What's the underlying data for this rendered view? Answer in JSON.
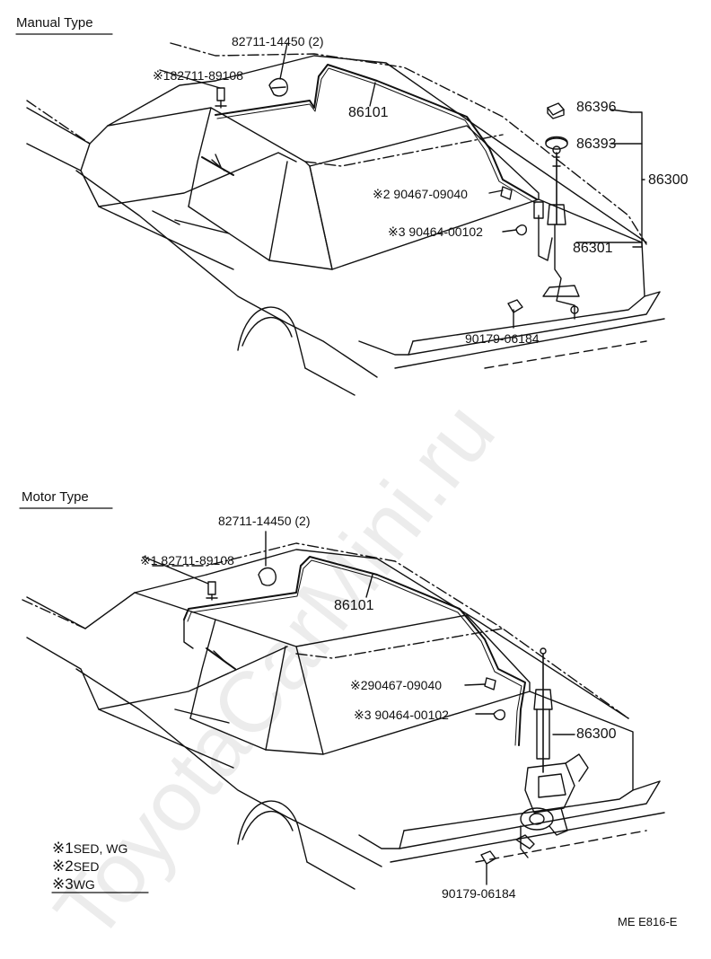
{
  "sections": {
    "manual": {
      "title": "Manual Type",
      "labels": {
        "p82711_14450": "82711-14450 (2)",
        "p82711_89108": "※182711-89108",
        "p86101": "86101",
        "p86396": "86396",
        "p86393": "86393",
        "p86300": "86300",
        "p90467": "※2 90467-09040",
        "p90464": "※3 90464-00102",
        "p86301": "86301",
        "p90179": "90179-06184"
      }
    },
    "motor": {
      "title": "Motor Type",
      "labels": {
        "p82711_14450": "82711-14450 (2)",
        "p82711_89108": "※1 82711-89108",
        "p86101": "86101",
        "p90467": "※290467-09040",
        "p90464": "※3  90464-00102",
        "p86300": "86300",
        "p90179": "90179-06184"
      }
    }
  },
  "legend": [
    {
      "mark": "※1",
      "text": "SED, WG"
    },
    {
      "mark": "※2",
      "text": "SED"
    },
    {
      "mark": "※3",
      "text": "WG"
    }
  ],
  "watermark": "ToyotaCarMini.ru",
  "figure_code": "ME E816-E"
}
